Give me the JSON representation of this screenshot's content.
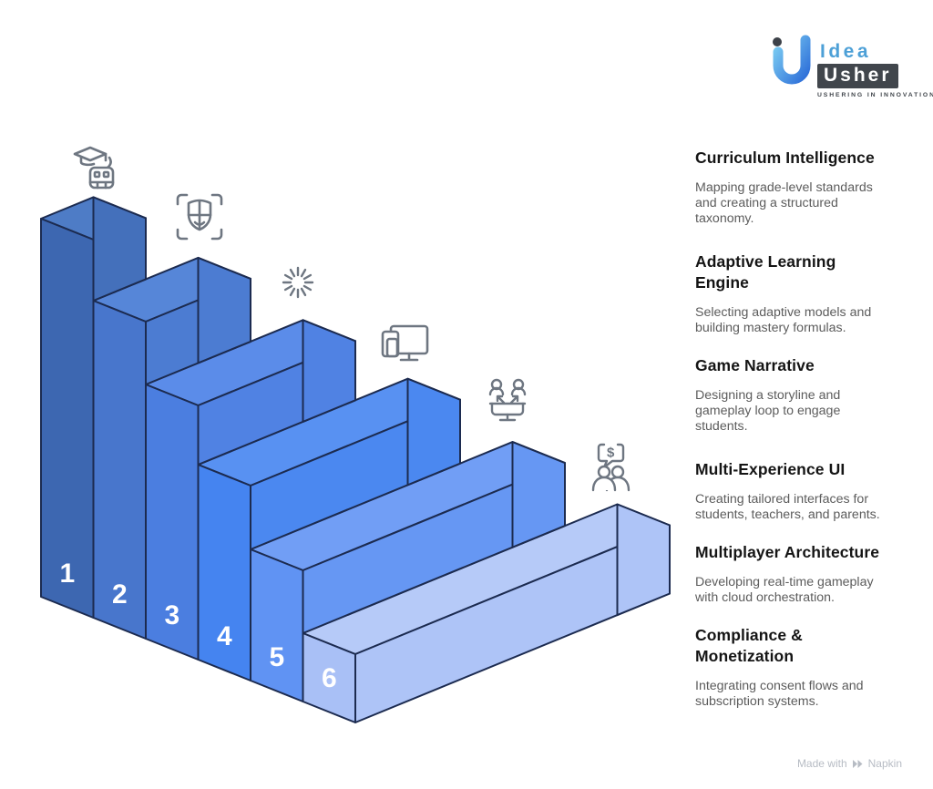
{
  "logo": {
    "brand_top": "Idea",
    "brand_bottom": "Usher",
    "tagline": "USHERING IN INNOVATION"
  },
  "stairs": {
    "stroke_color": "#1c2b50",
    "number_color": "#ffffff"
  },
  "steps": [
    {
      "number": "1",
      "title": "Curriculum Intelligence",
      "description": "Mapping grade-level standards and creating a structured taxonomy.",
      "icon": "graduation-robot-icon",
      "colors": {
        "front": "#3d67b1",
        "top": "#4e7cc6",
        "side": "#4470bb"
      }
    },
    {
      "number": "2",
      "title": "Adaptive Learning Engine",
      "description": "Selecting adaptive models and building mastery formulas.",
      "icon": "face-scan-icon",
      "colors": {
        "front": "#4876cc",
        "top": "#5686d8",
        "side": "#4c7cd2"
      }
    },
    {
      "number": "3",
      "title": "Game Narrative",
      "description": "Designing a storyline and gameplay loop to engage students.",
      "icon": "starburst-icon",
      "colors": {
        "front": "#4b7ee0",
        "top": "#5b8ce9",
        "side": "#5082e3"
      }
    },
    {
      "number": "4",
      "title": "Multi-Experience UI",
      "description": "Creating tailored interfaces for students, teachers, and parents.",
      "icon": "devices-icon",
      "colors": {
        "front": "#4584f0",
        "top": "#5891f2",
        "side": "#4b88f0"
      }
    },
    {
      "number": "5",
      "title": "Multiplayer Architecture",
      "description": "Developing real-time gameplay with cloud orchestration.",
      "icon": "screen-users-icon",
      "colors": {
        "front": "#6093f3",
        "top": "#719ef5",
        "side": "#6697f3"
      }
    },
    {
      "number": "6",
      "title": "Compliance & Monetization",
      "description": "Integrating consent flows and subscription systems.",
      "icon": "money-chat-icon",
      "colors": {
        "front": "#a9c0f6",
        "top": "#b6caf8",
        "side": "#aec4f7"
      }
    }
  ],
  "footer": {
    "made_with": "Made with",
    "brand": "Napkin"
  }
}
